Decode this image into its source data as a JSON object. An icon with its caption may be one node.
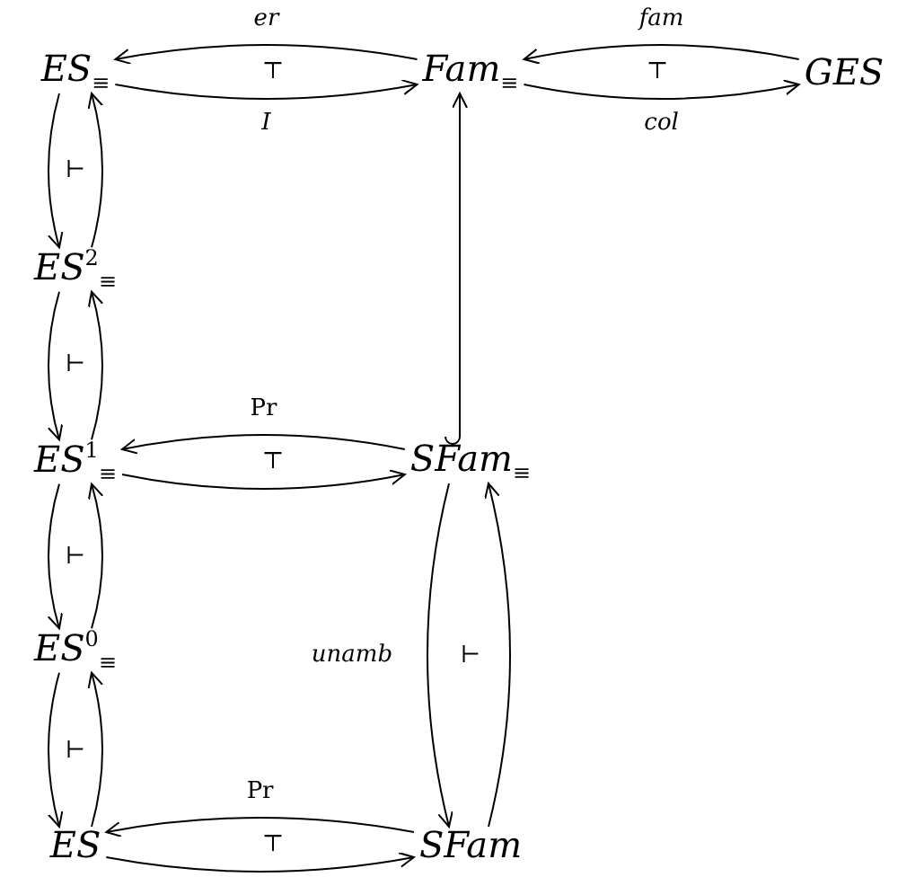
{
  "diagram": {
    "nodes": [
      {
        "text": [
          "ES$_{≡}$"
        ]
      },
      {
        "text": [
          "Fam$_{≡}$"
        ]
      },
      {
        "text": [
          "GES"
        ]
      },
      {
        "text": [
          "ES$^{2}$$_{≡}$"
        ]
      },
      {
        "text": [
          "ES$^{1}$$_{≡}$"
        ]
      },
      {
        "text": [
          "SFam$_{≡}$"
        ]
      },
      {
        "text": [
          "ES$^{0}$$_{≡}$"
        ]
      },
      {
        "text": [
          "ES"
        ]
      },
      {
        "text": [
          "SFam"
        ]
      }
    ],
    "edges": [
      {
        "from": 1,
        "to": 0,
        "arrow": "to",
        "label": "er"
      },
      {
        "from": 0,
        "to": 1,
        "arrow": "to",
        "label": "I"
      },
      {
        "from": 2,
        "to": 1,
        "arrow": "to",
        "label": "fam"
      },
      {
        "from": 1,
        "to": 2,
        "arrow": "to",
        "label": "col"
      },
      {
        "from": 0,
        "to": 3,
        "arrow": "to"
      },
      {
        "from": 3,
        "to": 0,
        "arrow": "to"
      },
      {
        "from": 3,
        "to": 4,
        "arrow": "to"
      },
      {
        "from": 4,
        "to": 3,
        "arrow": "to"
      },
      {
        "from": 4,
        "to": 6,
        "arrow": "to"
      },
      {
        "from": 6,
        "to": 4,
        "arrow": "to"
      },
      {
        "from": 6,
        "to": 7,
        "arrow": "to"
      },
      {
        "from": 7,
        "to": 6,
        "arrow": "to"
      },
      {
        "from": 5,
        "to": 4,
        "arrow": "to",
        "label": "Pr"
      },
      {
        "from": 4,
        "to": 5,
        "arrow": "to"
      },
      {
        "from": 5,
        "to": 1,
        "arrow": "to"
      },
      {
        "from": 5,
        "to": 8,
        "arrow": "to",
        "label": "unamb"
      },
      {
        "from": 8,
        "to": 5,
        "arrow": "to"
      },
      {
        "from": 8,
        "to": 7,
        "arrow": "to",
        "label": "Pr"
      },
      {
        "from": 7,
        "to": 8,
        "arrow": "to"
      }
    ],
    "labels": [
      "⊤",
      "⊤",
      "⊢",
      "⊢",
      "⊤",
      "⊢",
      "⊢",
      "⊢",
      "⊤"
    ]
  }
}
